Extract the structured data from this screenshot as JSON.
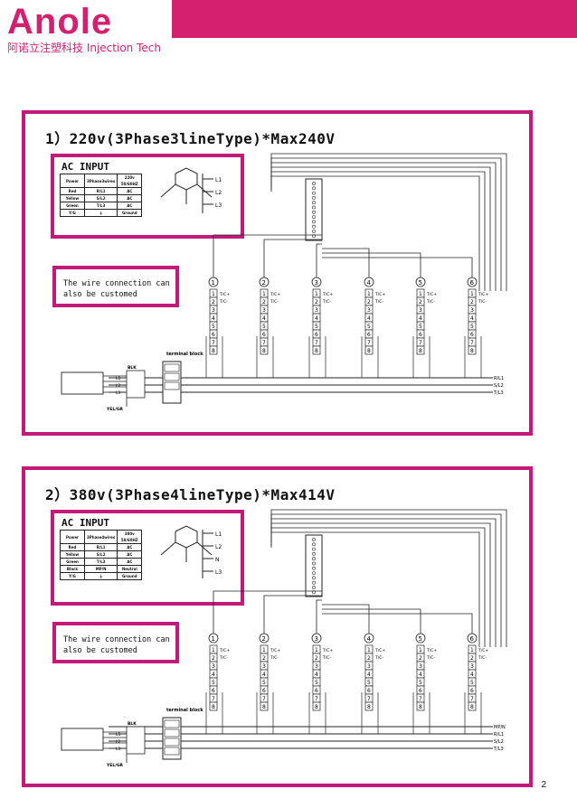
{
  "header": {
    "brand": "Anole",
    "tagline": "阿诺立注塑科技 Injection Tech"
  },
  "sections": [
    {
      "title": "1）220v(3Phase3lineType)*Max240V",
      "ac_input": {
        "title": "AC INPUT",
        "rows": [
          [
            "Power",
            "3Phase3wires",
            "220v 50/60HZ"
          ],
          [
            "Red",
            "R/L1",
            "AC"
          ],
          [
            "Yellow",
            "S/L2",
            "AC"
          ],
          [
            "Green",
            "T/L3",
            "AC"
          ],
          [
            "Y/G",
            "⏚",
            "Ground"
          ]
        ],
        "phase_labels": [
          "L1",
          "L2",
          "L3"
        ]
      },
      "note": "The wire connection can also be customed",
      "terminal_label": "terminal block",
      "cable_labels": [
        "BLK",
        "L1",
        "L2",
        "L3",
        "YEL/GR"
      ],
      "bus_labels": [
        "R/L1",
        "S/L2",
        "T/L3"
      ],
      "connector_numbers": [
        "1",
        "2",
        "3",
        "4",
        "5",
        "6"
      ],
      "pin_labels": [
        "T/C+",
        "T/C-"
      ]
    },
    {
      "title": "2）380v(3Phase4lineType)*Max414V",
      "ac_input": {
        "title": "AC INPUT",
        "rows": [
          [
            "Power",
            "3Phase4wires",
            "380v 50/60HZ"
          ],
          [
            "Red",
            "R/L1",
            "AC"
          ],
          [
            "Yellow",
            "S/L2",
            "AC"
          ],
          [
            "Green",
            "T/L3",
            "AC"
          ],
          [
            "Black",
            "MP/N",
            "Neutral"
          ],
          [
            "Y/G",
            "⏚",
            "Ground"
          ]
        ],
        "phase_labels": [
          "L1",
          "L2",
          "N",
          "L3"
        ]
      },
      "note": "The wire connection can also be customed",
      "terminal_label": "terminal block",
      "cable_labels": [
        "BLK",
        "L1",
        "L2",
        "L3",
        "YEL/GR"
      ],
      "bus_labels": [
        "MP/N",
        "R/L1",
        "S/L2",
        "T/L3"
      ],
      "connector_numbers": [
        "1",
        "2",
        "3",
        "4",
        "5",
        "6"
      ],
      "pin_labels": [
        "T/C+",
        "T/C-"
      ]
    }
  ],
  "page_number": "2",
  "colors": {
    "accent": "#c2197a",
    "brand": "#d5206f"
  }
}
